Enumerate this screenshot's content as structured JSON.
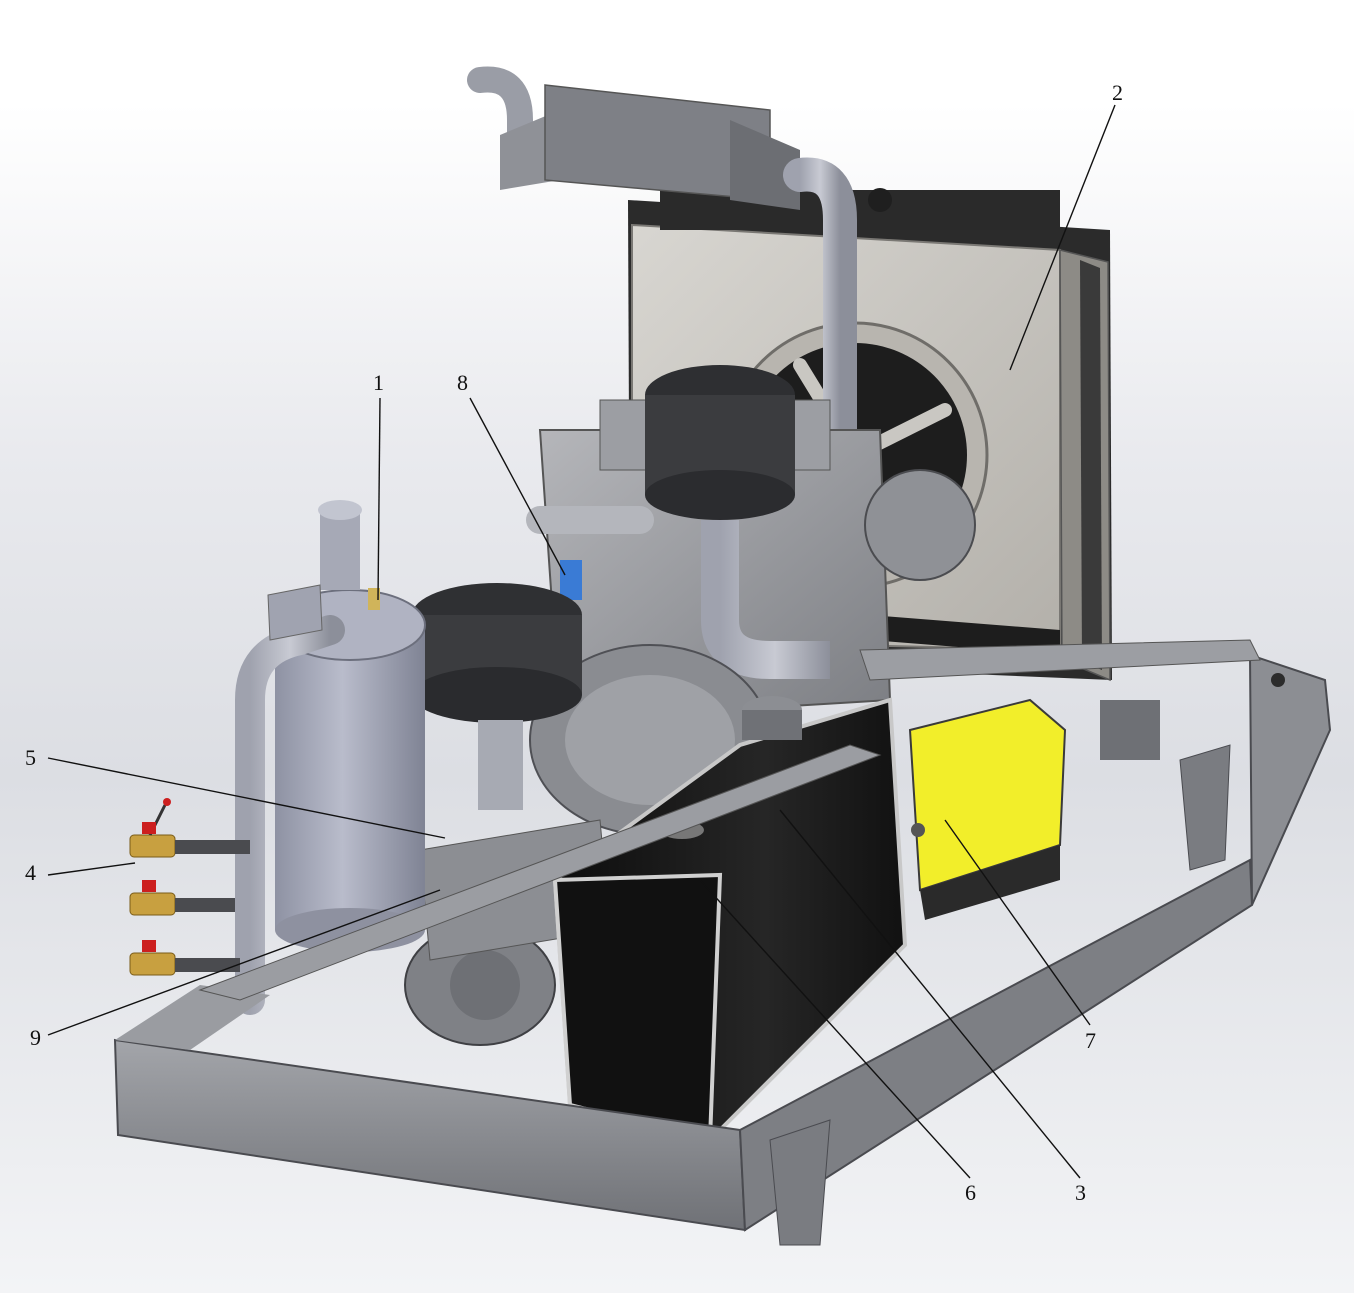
{
  "callouts": [
    {
      "id": "1",
      "label": "1"
    },
    {
      "id": "2",
      "label": "2"
    },
    {
      "id": "3",
      "label": "3"
    },
    {
      "id": "4",
      "label": "4"
    },
    {
      "id": "5",
      "label": "5"
    },
    {
      "id": "6",
      "label": "6"
    },
    {
      "id": "7",
      "label": "7"
    },
    {
      "id": "8",
      "label": "8"
    },
    {
      "id": "9",
      "label": "9"
    }
  ],
  "colors": {
    "frame": "#8a8c91",
    "frame_dark": "#5e6065",
    "separator": "#a9adbd",
    "radiator": "#c9c6c0",
    "fuel_tank": "#1a1a1a",
    "battery": "#f2ee2a",
    "air_filter": "#3b3c3f",
    "valve_brass": "#c8a040",
    "valve_handle": "#cc1f1f"
  },
  "icons": [
    "ball-valve-icon"
  ]
}
